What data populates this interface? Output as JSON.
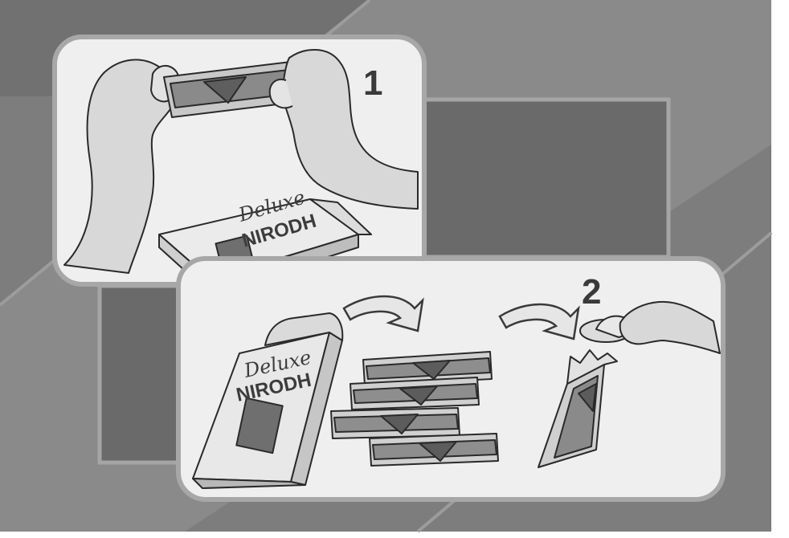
{
  "panels": {
    "step1": {
      "label": "1"
    },
    "step2": {
      "label": "2"
    }
  },
  "box": {
    "line1": "Deluxe",
    "line2": "NIRODH"
  },
  "colors": {
    "background": "#7a7a7a",
    "diagonal_band": "#8c8c8c",
    "panel_fill": "#efefef",
    "panel_border": "#a8a8a8",
    "dark_block": "#6b6b6b",
    "skin": "#d9d9d9",
    "outline": "#2a2a2a"
  }
}
